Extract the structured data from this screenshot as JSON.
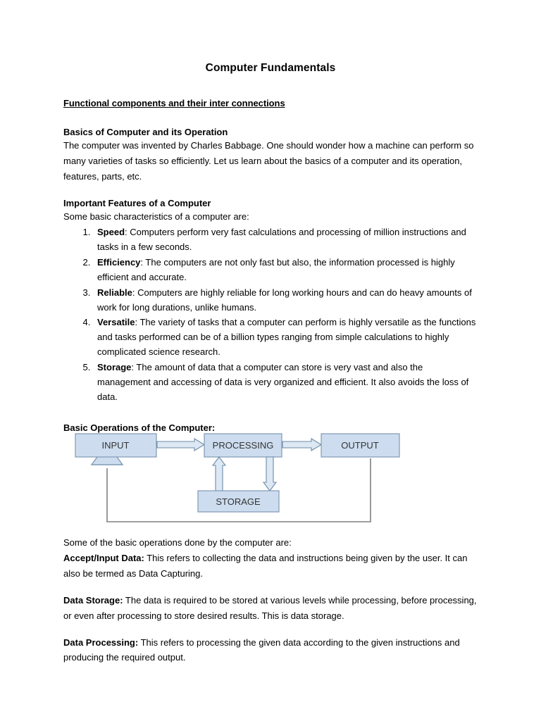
{
  "document": {
    "title": "Computer Fundamentals",
    "section_heading": "Functional components and their inter connections",
    "basics": {
      "heading": "Basics of Computer and its Operation",
      "paragraph": "The computer was invented by Charles Babbage. One should wonder how a machine can perform so many varieties of tasks so efficiently. Let us learn about the basics of a computer and its operation, features, parts, etc."
    },
    "features": {
      "heading": "Important Features of a Computer",
      "intro": "Some basic characteristics of a computer are:",
      "items": [
        {
          "term": "Speed",
          "text": ": Computers perform very fast calculations and processing of million instructions and tasks in a few seconds."
        },
        {
          "term": "Efficiency",
          "text": ": The computers are not only fast but also, the information processed is highly efficient and accurate."
        },
        {
          "term": "Reliable",
          "text": ": Computers are highly reliable for long working hours and can do heavy amounts of work for long durations, unlike humans."
        },
        {
          "term": "Versatile",
          "text": ": The variety of tasks that a computer can perform is highly versatile as the functions and tasks performed can be of a billion types ranging from simple calculations to highly complicated science research."
        },
        {
          "term": "Storage",
          "text": ": The amount of data that a computer can store is very vast and also the management and accessing of data is very organized and efficient. It also avoids the loss of data."
        }
      ]
    },
    "operations": {
      "heading": "Basic Operations of the Computer:",
      "intro": "Some of the basic operations done by the computer are:",
      "entries": [
        {
          "term": "Accept/Input Data:",
          "text": " This refers to collecting the data and instructions being given by the user. It can also be termed as Data Capturing."
        },
        {
          "term": "Data Storage:",
          "text": " The data is required to be stored at various levels while processing, before processing, or even after processing to store desired results. This is data storage."
        },
        {
          "term": "Data Processing:",
          "text": " This refers to processing the given data according to the given instructions and producing the required output."
        }
      ]
    }
  },
  "diagram": {
    "name": "basic-operations-block-diagram",
    "box_fill": "#cdddef",
    "box_stroke": "#7e9ab5",
    "arrow_fill": "#dce8f4",
    "arrow_stroke": "#6f8aa6",
    "line_color": "#808080",
    "nodes": [
      {
        "id": "input",
        "label": "INPUT"
      },
      {
        "id": "processing",
        "label": "PROCESSING"
      },
      {
        "id": "output",
        "label": "OUTPUT"
      },
      {
        "id": "storage",
        "label": "STORAGE"
      }
    ],
    "connections": [
      {
        "from": "input",
        "to": "processing",
        "style": "block-arrow-right"
      },
      {
        "from": "processing",
        "to": "output",
        "style": "block-arrow-right"
      },
      {
        "from": "storage",
        "to": "processing",
        "style": "block-arrow-up"
      },
      {
        "from": "processing",
        "to": "storage",
        "style": "block-arrow-down"
      },
      {
        "from": "output",
        "to": "input",
        "style": "feedback-line-triangle"
      }
    ]
  }
}
